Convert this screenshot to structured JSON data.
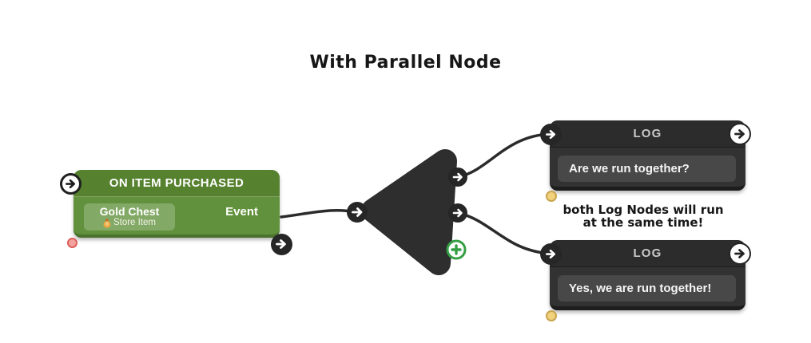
{
  "title": "With Parallel Node",
  "annotation": {
    "line1": "both Log Nodes will run",
    "line2": "at the same time!"
  },
  "event_node": {
    "header": "ON ITEM PURCHASED",
    "item": {
      "name": "Gold Chest",
      "type": "Store Item"
    },
    "output_label": "Event"
  },
  "parallel_node": {
    "add_icon": "+"
  },
  "log_nodes": [
    {
      "header": "LOG",
      "message": "Are we run together?"
    },
    {
      "header": "LOG",
      "message": "Yes, we are run together!"
    }
  ],
  "colors": {
    "event_header_green": "#56812F",
    "event_body_green": "#61913C",
    "item_chip_green": "#7CA65A",
    "node_dark": "#2E2E2E",
    "log_body": "#323232",
    "message_chip": "#484848",
    "wire": "#2B2B2B",
    "port_pink": "#F3A49F",
    "port_pink_ring": "#DD5F5B",
    "port_yellow": "#F3D27E",
    "port_yellow_ring": "#C8A44E",
    "plus_green": "#35A043"
  }
}
